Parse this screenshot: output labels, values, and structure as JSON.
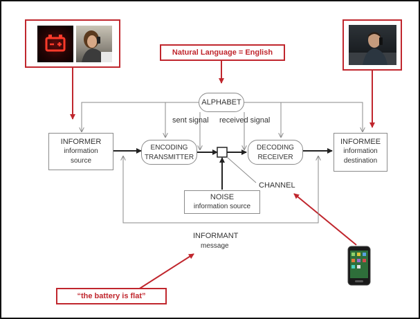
{
  "callouts": {
    "language": "Natural Language = English",
    "message": "“the battery is flat”"
  },
  "nodes": {
    "alphabet": "ALPHABET",
    "informer": {
      "title": "INFORMER",
      "subtitle": "information source"
    },
    "encoder": {
      "title": "ENCODING",
      "subtitle": "TRANSMITTER"
    },
    "decoder": {
      "title": "DECODING",
      "subtitle": "RECEIVER"
    },
    "informee": {
      "title": "INFORMEE",
      "subtitle": "information destination"
    },
    "noise": {
      "title": "NOISE",
      "subtitle": "information source"
    }
  },
  "labels": {
    "sent_signal": "sent signal",
    "received_signal": "received signal",
    "channel": "CHANNEL",
    "informant_title": "INFORMANT",
    "informant_subtitle": "message"
  },
  "colors": {
    "accent_red": "#c0262d",
    "line_gray": "#8a8a8a",
    "text_dark": "#333333"
  },
  "icons": [
    "battery-warning-icon",
    "smartphone-icon"
  ]
}
